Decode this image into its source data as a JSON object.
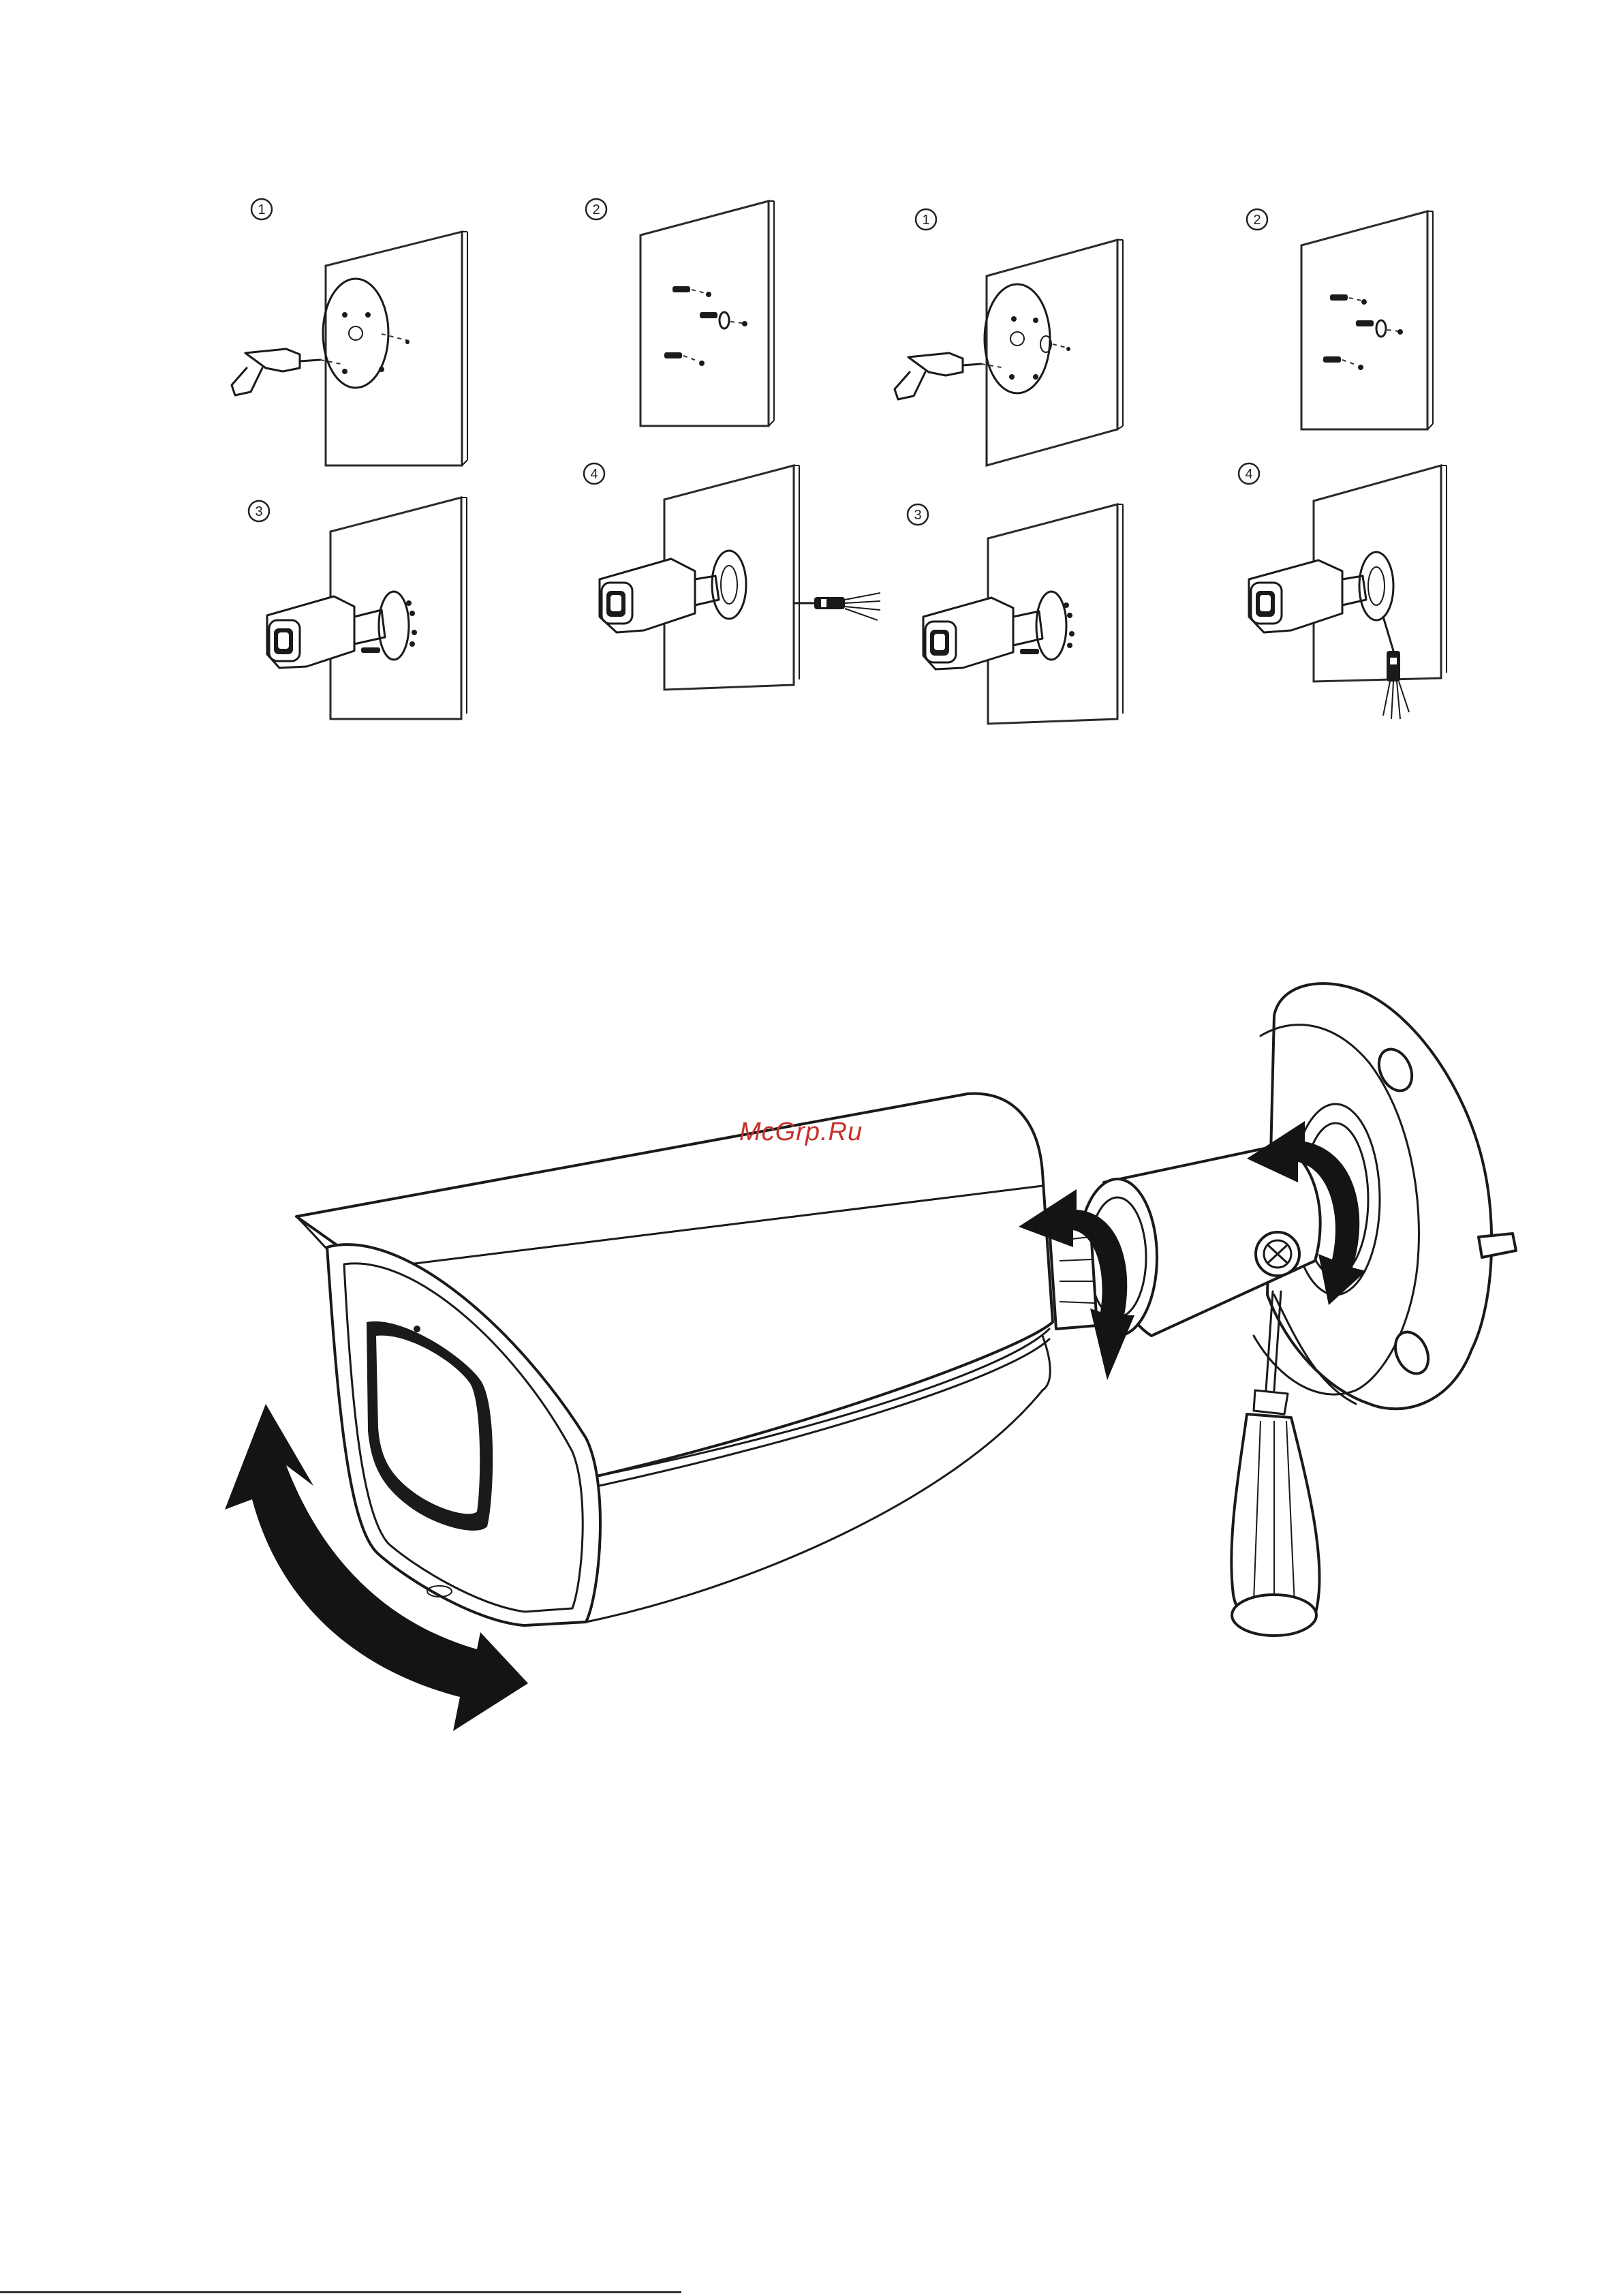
{
  "watermark": {
    "text": "McGrp.Ru",
    "color": "#c8302a"
  },
  "steps": [
    {
      "label": "1"
    },
    {
      "label": "2"
    },
    {
      "label": "1"
    },
    {
      "label": "2"
    },
    {
      "label": "3"
    },
    {
      "label": "4"
    },
    {
      "label": "3"
    },
    {
      "label": "4"
    }
  ],
  "icons": [
    "drill-icon",
    "screw-icon",
    "camera-icon",
    "cable-connector-icon",
    "screwdriver-icon",
    "rotation-arrow-icon"
  ],
  "colors": {
    "line": "#1a1a1a",
    "background": "#ffffff",
    "watermark": "#c8302a"
  }
}
